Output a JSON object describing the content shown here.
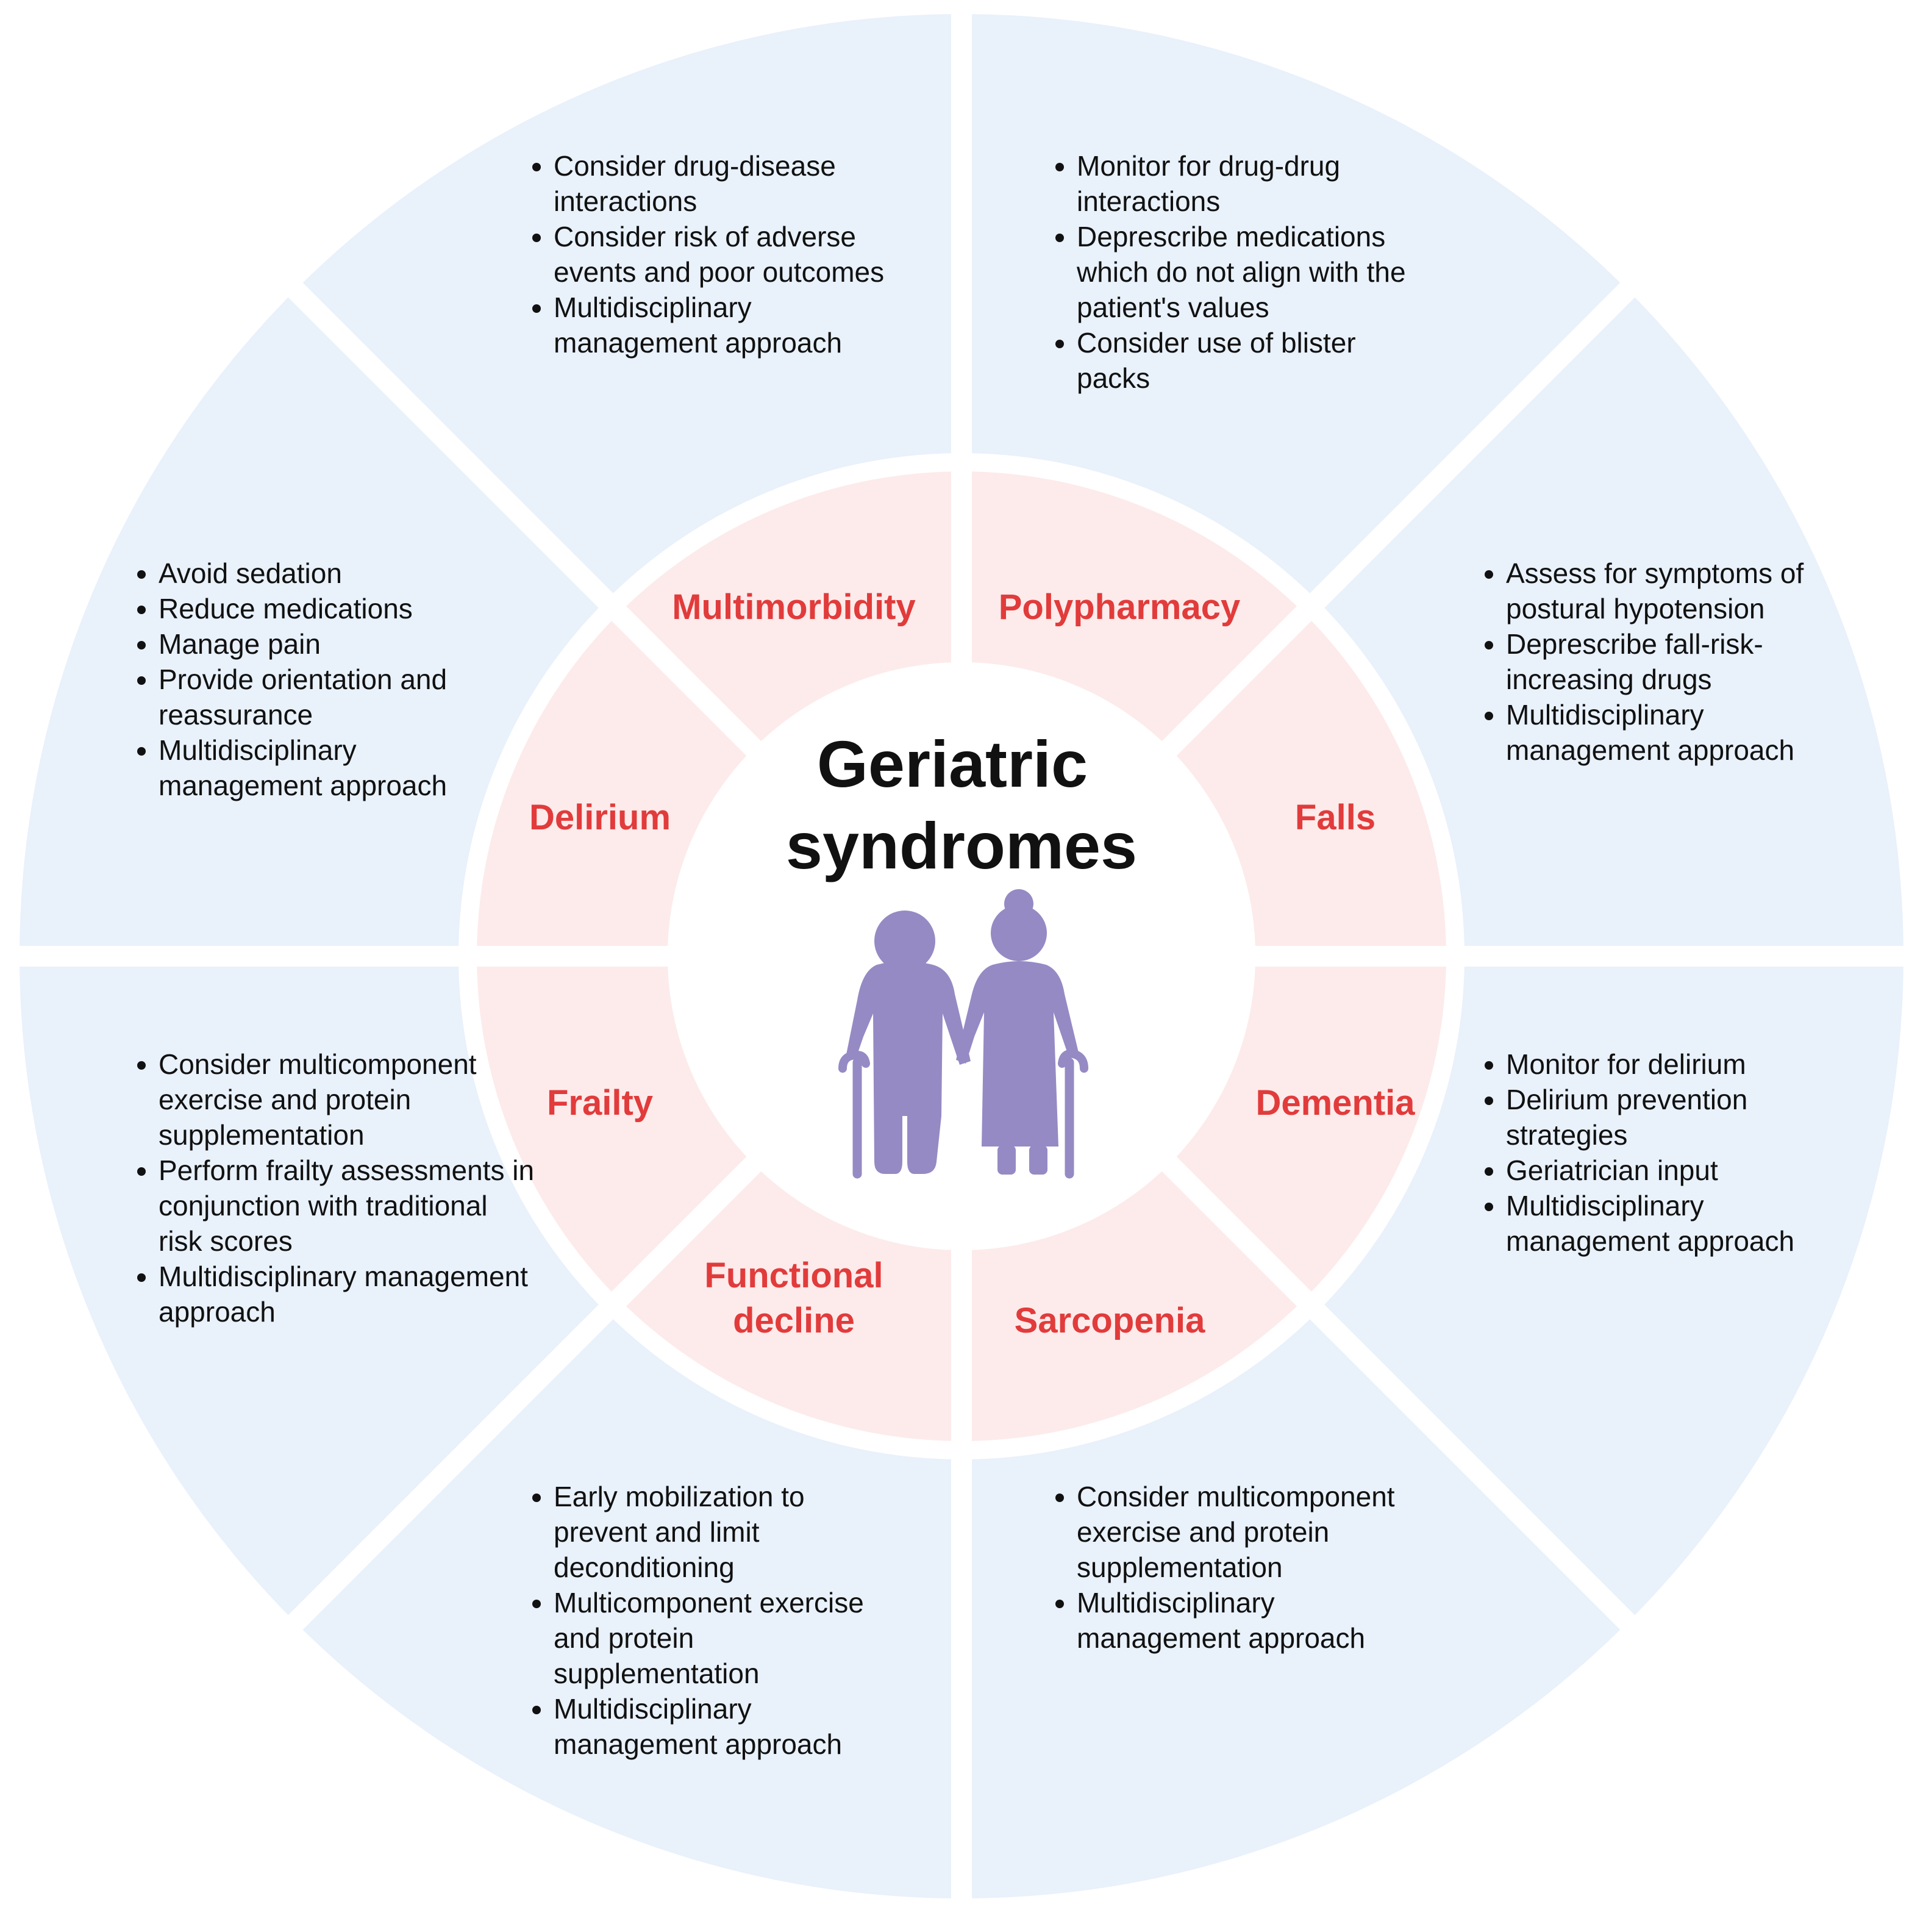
{
  "title": [
    "Geriatric",
    "syndromes"
  ],
  "colors": {
    "outer_ring": "#e9f1fb",
    "inner_ring": "#fdebeb",
    "center": "#ffffff",
    "separator": "#ffffff",
    "syndrome_label": "#e23b3b",
    "title": "#111111",
    "figures": "#968ac4"
  },
  "center_icon": "elderly-couple-with-canes-icon",
  "segments": [
    {
      "id": "multimorbidity",
      "label": [
        "Multimorbidity"
      ],
      "tips": [
        "Consider drug-disease interactions",
        "Consider risk of adverse events and poor outcomes",
        "Multidisciplinary management approach"
      ]
    },
    {
      "id": "polypharmacy",
      "label": [
        "Polypharmacy"
      ],
      "tips": [
        "Monitor for drug-drug interactions",
        "Deprescribe medications which do not align with the patient's values",
        "Consider use of blister packs"
      ]
    },
    {
      "id": "falls",
      "label": [
        "Falls"
      ],
      "tips": [
        "Assess for symptoms of postural hypotension",
        "Deprescribe fall-risk-increasing drugs",
        "Multidisciplinary management approach"
      ]
    },
    {
      "id": "dementia",
      "label": [
        "Dementia"
      ],
      "tips": [
        "Monitor for delirium",
        "Delirium prevention strategies",
        "Geriatrician input",
        "Multidisciplinary management approach"
      ]
    },
    {
      "id": "sarcopenia",
      "label": [
        "Sarcopenia"
      ],
      "tips": [
        "Consider multicomponent exercise and protein supplementation",
        "Multidisciplinary management approach"
      ]
    },
    {
      "id": "functional-decline",
      "label": [
        "Functional",
        "decline"
      ],
      "tips": [
        "Early mobilization to prevent and limit deconditioning",
        "Multicomponent exercise and protein supplementation",
        "Multidisciplinary management approach"
      ]
    },
    {
      "id": "frailty",
      "label": [
        "Frailty"
      ],
      "tips": [
        "Consider multicomponent exercise and protein supplementation",
        "Perform frailty assessments in conjunction with traditional risk scores",
        "Multidisciplinary management approach"
      ]
    },
    {
      "id": "delirium",
      "label": [
        "Delirium"
      ],
      "tips": [
        "Avoid sedation",
        "Reduce medications",
        "Manage pain",
        "Provide orientation and reassurance",
        "Multidisciplinary management approach"
      ]
    }
  ]
}
